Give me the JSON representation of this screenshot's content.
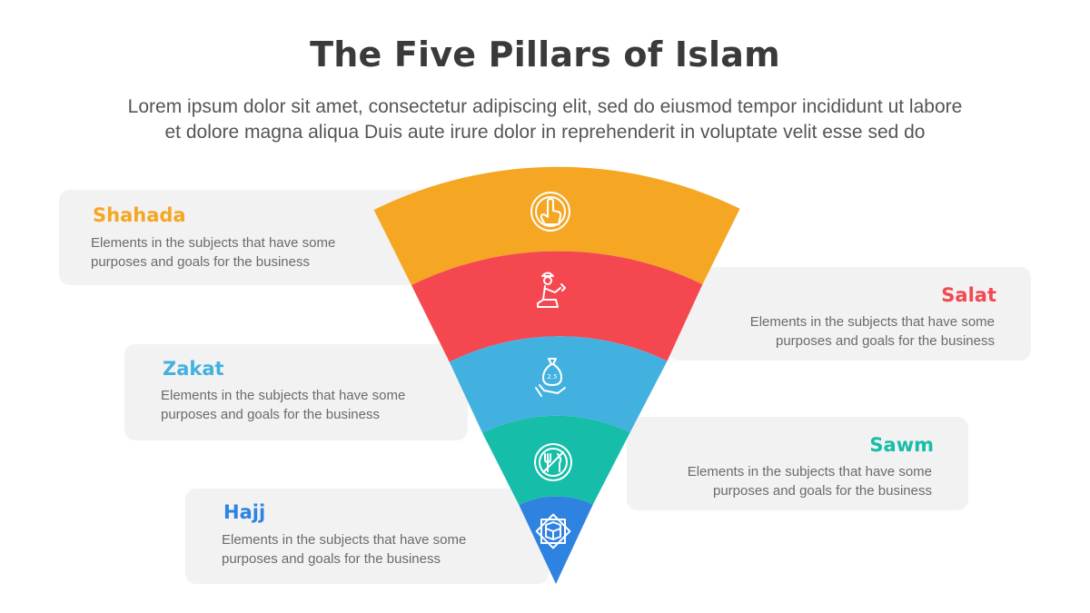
{
  "header": {
    "title": "The Five Pillars of Islam",
    "subtitle_line1": "Lorem ipsum dolor sit amet, consectetur adipiscing elit, sed do eiusmod tempor incididunt ut labore",
    "subtitle_line2": "et dolore magna aliqua Duis aute irure dolor in reprehenderit in voluptate velit esse sed do"
  },
  "pillars": [
    {
      "name": "Shahada",
      "desc_line1": "Elements in the subjects that have some",
      "desc_line2": "purposes and goals for the  business",
      "color": "#f5a623",
      "icon": "finger-pointing-icon"
    },
    {
      "name": "Salat",
      "desc_line1": "Elements in the subjects that have some",
      "desc_line2": "purposes and goals for the  business",
      "color": "#f5474f",
      "icon": "praying-person-icon"
    },
    {
      "name": "Zakat",
      "desc_line1": "Elements in the subjects that have some",
      "desc_line2": "purposes and goals for the  business",
      "color": "#43b1df",
      "icon": "money-bag-hand-icon"
    },
    {
      "name": "Sawm",
      "desc_line1": "Elements in the subjects that have some",
      "desc_line2": "purposes and goals for the  business",
      "color": "#16bda8",
      "icon": "no-food-icon"
    },
    {
      "name": "Hajj",
      "desc_line1": "Elements in the subjects that have some",
      "desc_line2": "purposes and goals for the  business",
      "color": "#2e83e1",
      "icon": "kaaba-icon"
    }
  ]
}
